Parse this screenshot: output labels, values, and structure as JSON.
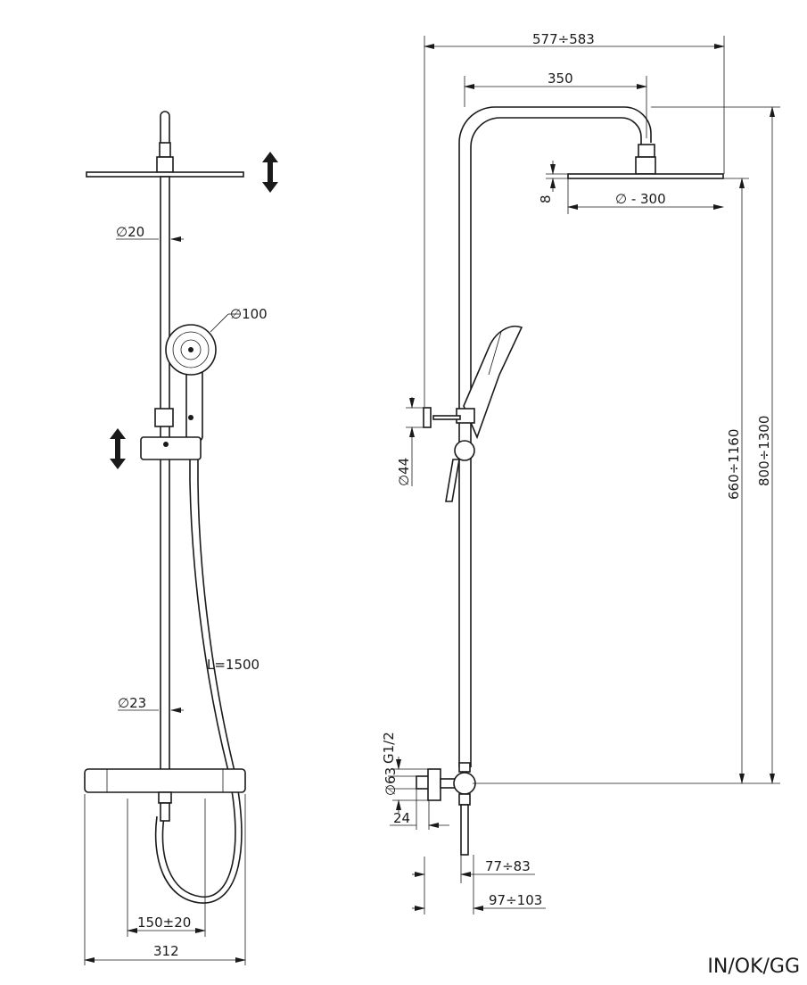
{
  "title": "Shower set technical drawing",
  "front_view": {
    "rail_diameter": "∅20",
    "hand_shower_diameter": "∅100",
    "hose_length": "L=1500",
    "lower_pipe_diameter": "∅23",
    "inlet_spacing": "150±20",
    "overall_width": "312"
  },
  "side_view": {
    "overall_projection": "577÷583",
    "arm_reach": "350",
    "head_thickness": "8",
    "head_diameter": "∅ - 300",
    "holder_diameter": "∅44",
    "head_height_range": "660÷1160",
    "total_height_range": "800÷1300",
    "inlet_thread": "G1/2",
    "escutcheon_diameter": "∅63",
    "escutcheon_depth": "24",
    "wall_distance_1": "77÷83",
    "wall_distance_2": "97÷103"
  },
  "product_code": "IN/OK/GG"
}
